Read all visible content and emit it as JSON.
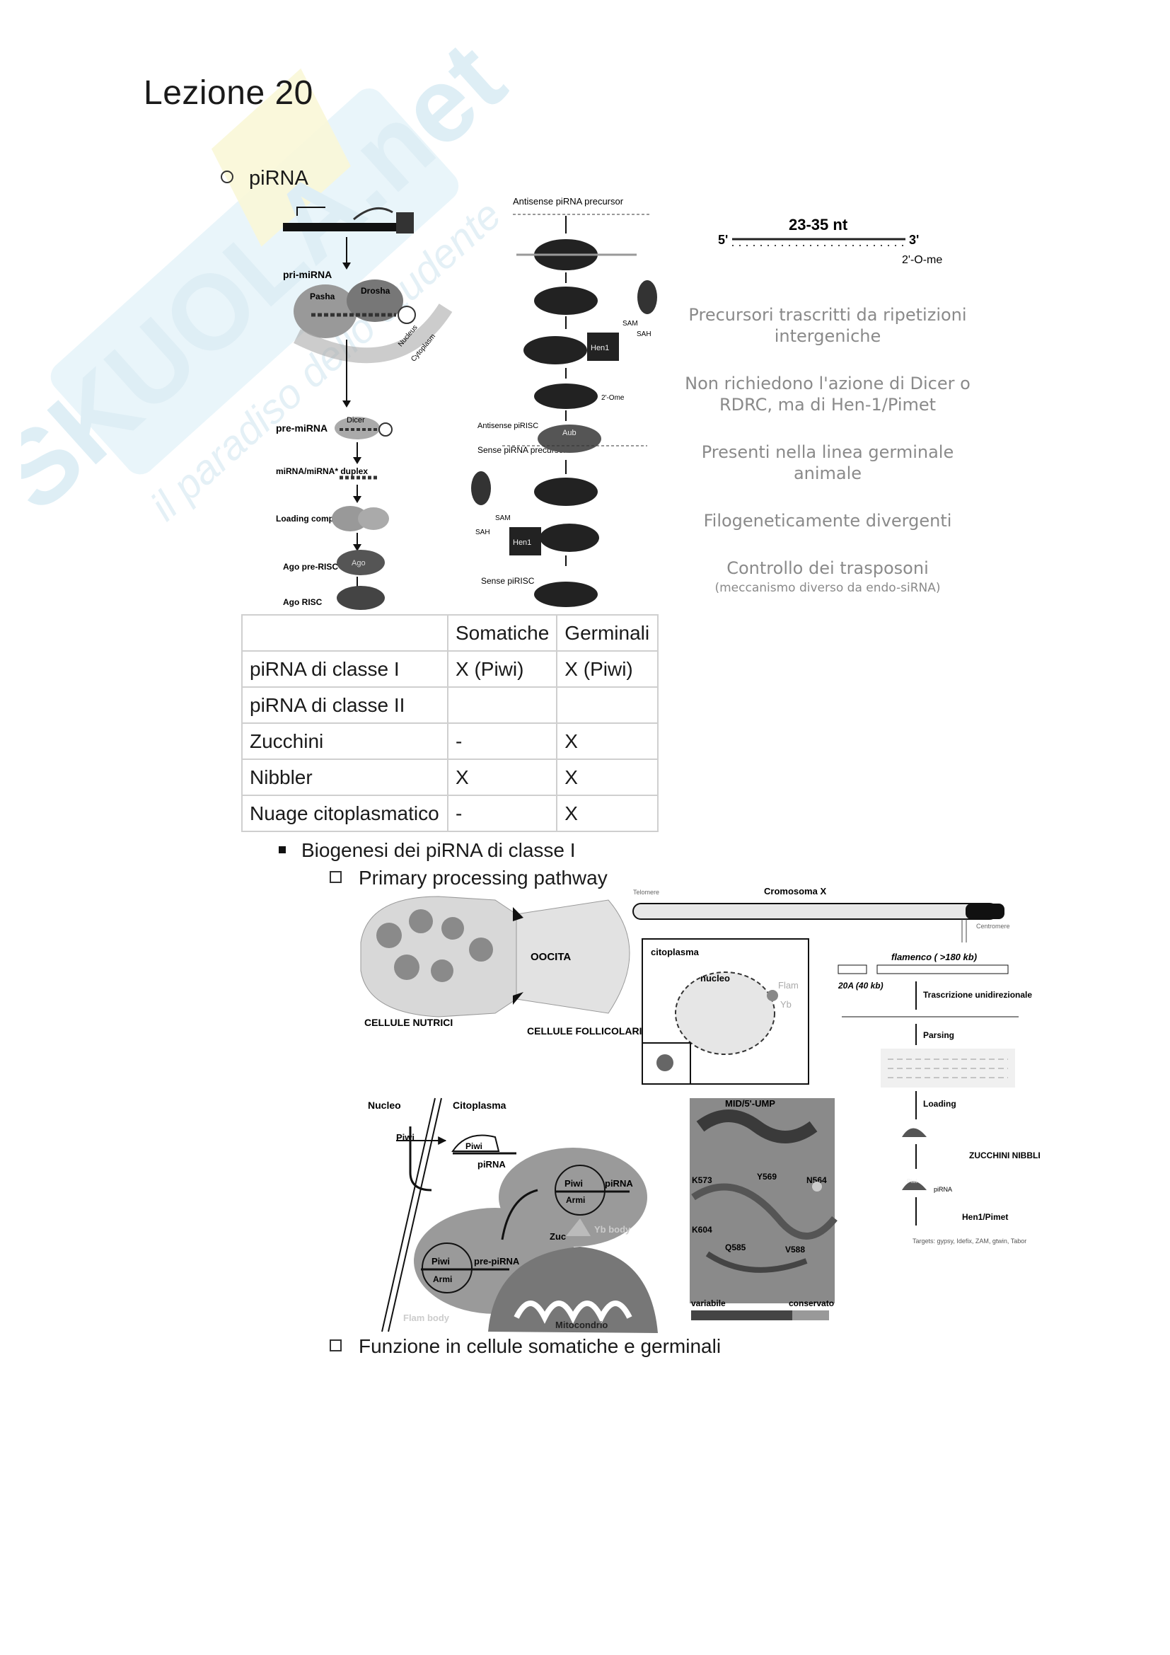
{
  "watermark": {
    "brand": "SKUOLA.net",
    "tagline": "il paradiso dello studente",
    "color": "#cde8f3"
  },
  "title": "Lezione 20",
  "section": {
    "label": "piRNA"
  },
  "figure_top": {
    "mirna_labels": [
      "pri-miRNA",
      "Pasha",
      "Drosha",
      "Nucleus",
      "Cytoplasm",
      "pre-miRNA",
      "Dicer",
      "miRNA/miRNA* duplex",
      "Loading complex",
      "Ago",
      "Ago pre-RISC",
      "Ago RISC"
    ],
    "pirna_labels": [
      "Antisense piRNA precursor",
      "SAM",
      "Hen1",
      "SAH",
      "2'-Ome",
      "Antisense piRISC",
      "Sense piRNA precursor",
      "Aub",
      "SAM",
      "SAH",
      "Hen1",
      "Sense piRISC"
    ],
    "length_label": "23-35 nt",
    "five_prime": "5'",
    "three_prime": "3'",
    "modification": "2'-O-me",
    "summary_points": [
      "Precursori trascritti da ripetizioni intergeniche",
      "Non richiedono l'azione di Dicer o RDRC, ma di Hen-1/Pimet",
      "Presenti nella linea germinale animale",
      "Filogeneticamente divergenti",
      "Controllo dei trasposoni"
    ],
    "summary_note": "(meccanismo diverso da endo-siRNA)"
  },
  "table": {
    "headers": [
      "",
      "Somatiche",
      "Germinali"
    ],
    "rows": [
      [
        "piRNA di classe I",
        "X (Piwi)",
        "X (Piwi)"
      ],
      [
        "piRNA di classe II",
        "",
        ""
      ],
      [
        "Zucchini",
        "-",
        "X"
      ],
      [
        "Nibbler",
        "X",
        "X"
      ],
      [
        "Nuage citoplasmatico",
        "-",
        "X"
      ]
    ]
  },
  "subsection": {
    "label": "Biogenesi dei piRNA di classe I"
  },
  "sub_items": [
    "Primary processing pathway",
    "Funzione in cellule somatiche e germinali"
  ],
  "figure_bottom": {
    "egg": [
      "CELLULE NUTRICI",
      "OOCITA",
      "CELLULE FOLLICOLARI"
    ],
    "cell_panel": [
      "citoplasma",
      "nucleo",
      "Flam",
      "Yb"
    ],
    "chromosome": [
      "Telomere",
      "Cromosoma X",
      "Centromere"
    ],
    "flamenco": [
      "20A (40 kb)",
      "flamenco ( >180 kb)",
      "Trascrizione unidirezionale",
      "Parsing",
      "Loading",
      "ZUCCHINI NIBBLER",
      "Hen1/Pimet",
      "Targets: gypsy, Idefix, ZAM, gtwin, Tabor",
      "Piwi",
      "piRNA"
    ],
    "pathway": [
      "Nucleo",
      "Citoplasma",
      "Piwi",
      "piRNA",
      "Piwi",
      "Piwi",
      "Armi",
      "piRNA",
      "Piwi",
      "Armi",
      "pre-piRNA",
      "Zuc",
      "Yb body",
      "Flam body",
      "Mitocondrio"
    ],
    "structure": [
      "MID/5'-UMP",
      "K573",
      "Y569",
      "N564",
      "K604",
      "Q585",
      "V588",
      "variabile",
      "conservato"
    ]
  }
}
